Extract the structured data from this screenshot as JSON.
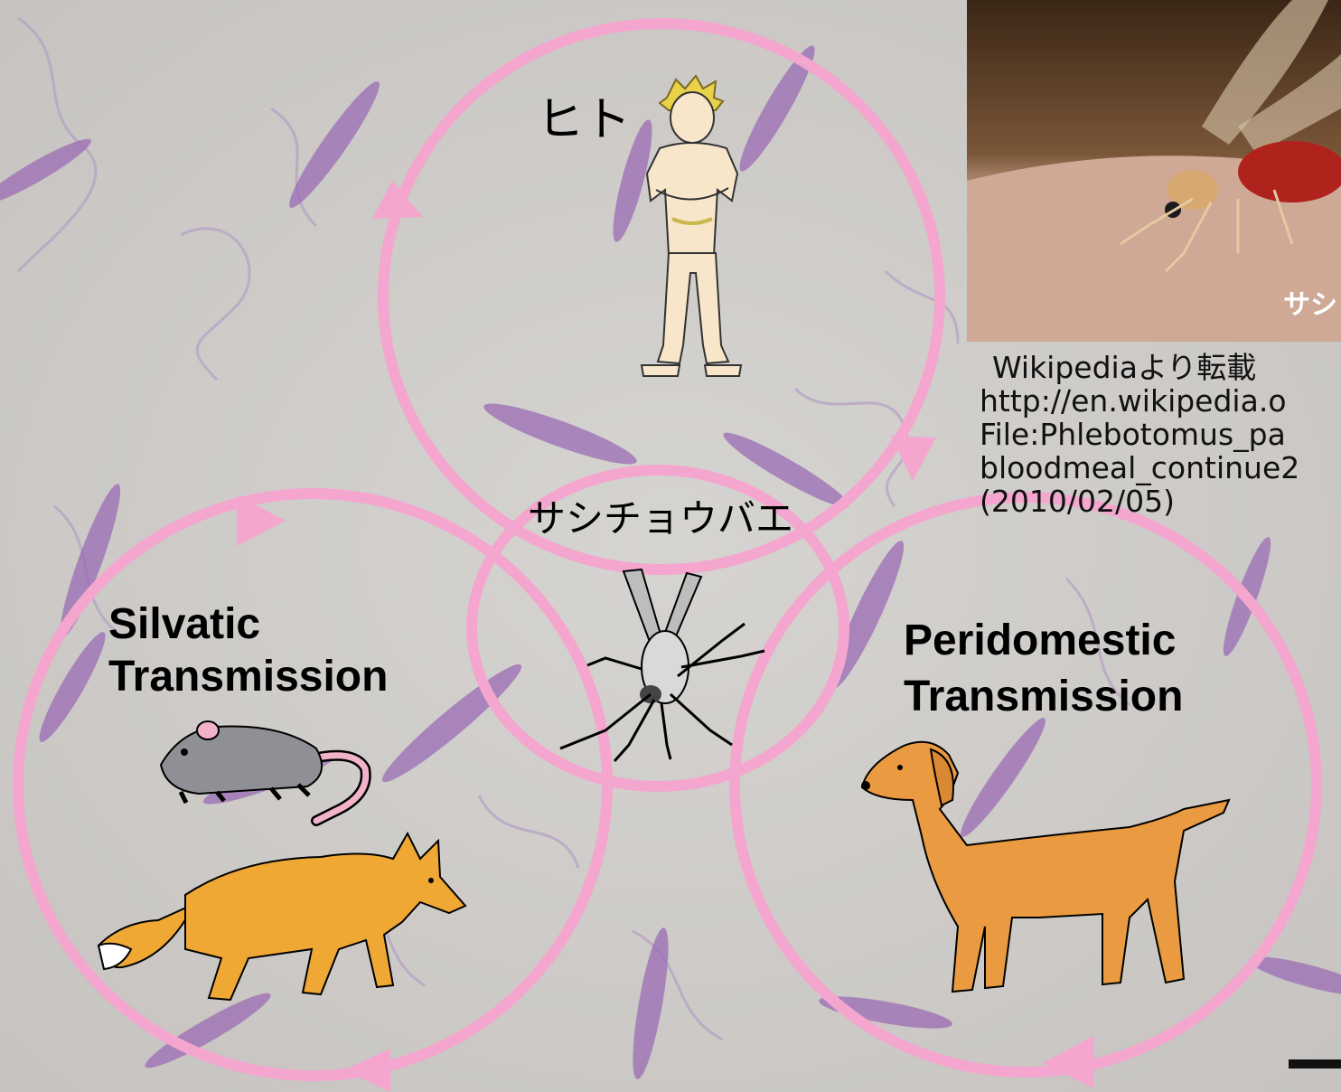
{
  "labels": {
    "human": "ヒト",
    "sandfly": "サシチョウバエ",
    "silvatic_line1": "Silvatic",
    "silvatic_line2": "Transmission",
    "peridomestic_line1": "Peridomestic",
    "peridomestic_line2": "Transmission"
  },
  "photo": {
    "caption": "サシ"
  },
  "credit": {
    "line1": "Wikipediaより転載",
    "line2": "http://en.wikipedia.o",
    "line3": "File:Phlebotomus_pa",
    "line4": "bloodmeal_continue2",
    "line5": "(2010/02/05)"
  },
  "colors": {
    "cycle_ring": "#f4a6cf",
    "background": "#cfcdca",
    "parasite": "#8d5aa8",
    "fox": "#f0a834",
    "dog": "#ea9a40",
    "mouse": "#8f8f96",
    "skin": "#f7e6c9"
  },
  "icons": [
    "human-figure",
    "sandfly-icon",
    "mouse-icon",
    "fox-icon",
    "dog-icon"
  ]
}
